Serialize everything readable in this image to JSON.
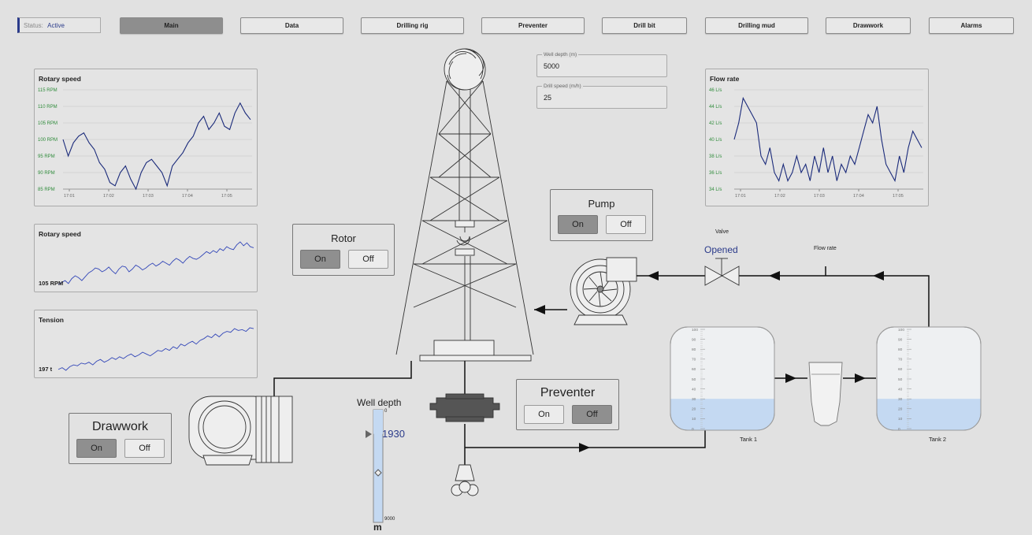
{
  "status": {
    "label": "Status:",
    "value": "Active"
  },
  "nav": [
    "Main",
    "Data",
    "Drilling rig",
    "Preventer",
    "Drill bit",
    "Drilling mud",
    "Drawwork",
    "Alarms"
  ],
  "fields": {
    "well_depth": {
      "label": "Well depth (m)",
      "value": "5000"
    },
    "drill_speed": {
      "label": "Drill speed (m/h)",
      "value": "25"
    }
  },
  "controls": {
    "rotor": {
      "title": "Rotor",
      "on": "On",
      "off": "Off",
      "state": "on"
    },
    "pump": {
      "title": "Pump",
      "on": "On",
      "off": "Off",
      "state": "on"
    },
    "preventer": {
      "title": "Preventer",
      "on": "On",
      "off": "Off",
      "state": "off"
    },
    "drawwork": {
      "title": "Drawwork",
      "on": "On",
      "off": "Off",
      "state": "on"
    }
  },
  "valve": {
    "label": "Valve",
    "state": "Opened"
  },
  "flow_label": "Flow rate",
  "tanks": [
    {
      "name": "Tank 1",
      "fill": 0.3,
      "ticks": [
        "100",
        "90",
        "80",
        "70",
        "60",
        "50",
        "40",
        "30",
        "20",
        "10",
        "0"
      ]
    },
    {
      "name": "Tank 2",
      "fill": 0.3,
      "ticks": [
        "100",
        "90",
        "80",
        "70",
        "60",
        "50",
        "40",
        "30",
        "20",
        "10",
        "0"
      ]
    }
  ],
  "depth_gauge": {
    "title": "Well depth",
    "value": "1930",
    "min": "0",
    "max": "9000",
    "unit": "m",
    "fraction": 0.2144
  },
  "sparklines": [
    {
      "title": "Rotary speed",
      "value": "105 RPM"
    },
    {
      "title": "Tension",
      "value": "197 t"
    }
  ],
  "colors": {
    "line": "#1a2a7a",
    "spark": "#3347b8",
    "tick": "#2e8b3a",
    "tank_fill": "#c4d9f2",
    "accent": "#2a3a8a"
  },
  "chart_data": [
    {
      "type": "line",
      "title": "Rotary speed",
      "x": [
        "17:01",
        "17:02",
        "17:03",
        "17:04",
        "17:05"
      ],
      "ylim": [
        85,
        115
      ],
      "yticks": [
        "115 RPM",
        "110 RPM",
        "105 RPM",
        "100 RPM",
        "95 RPM",
        "90 RPM",
        "85 RPM"
      ],
      "series": [
        {
          "values": [
            100,
            95,
            99,
            101,
            102,
            99,
            97,
            93,
            91,
            87,
            86,
            90,
            92,
            88,
            85,
            90,
            93,
            94,
            92,
            90,
            86,
            92,
            94,
            96,
            99,
            101,
            105,
            107,
            103,
            105,
            108,
            104,
            103,
            108,
            111,
            108,
            106
          ]
        }
      ]
    },
    {
      "type": "line",
      "title": "Flow rate",
      "x": [
        "17:01",
        "17:02",
        "17:03",
        "17:04",
        "17:05"
      ],
      "ylim": [
        34,
        46
      ],
      "yticks": [
        "46 L/s",
        "44 L/s",
        "42 L/s",
        "40 L/s",
        "38 L/s",
        "36 L/s",
        "34 L/s"
      ],
      "series": [
        {
          "values": [
            40,
            42,
            45,
            44,
            43,
            42,
            38,
            37,
            39,
            36,
            35,
            37,
            35,
            36,
            38,
            36,
            37,
            35,
            38,
            36,
            39,
            36,
            38,
            35,
            37,
            36,
            38,
            37,
            39,
            41,
            43,
            42,
            44,
            40,
            37,
            36,
            35,
            38,
            36,
            39,
            41,
            40,
            39
          ]
        }
      ]
    }
  ],
  "spark_data": [
    [
      6,
      8,
      10,
      7,
      12,
      15,
      13,
      10,
      14,
      18,
      20,
      23,
      22,
      19,
      21,
      24,
      20,
      17,
      22,
      25,
      24,
      19,
      22,
      26,
      24,
      21,
      23,
      26,
      28,
      25,
      27,
      30,
      28,
      26,
      30,
      33,
      31,
      28,
      32,
      35,
      33,
      32,
      34,
      37,
      40,
      38,
      41,
      39,
      43,
      41,
      45,
      43,
      42,
      47,
      50,
      46,
      49,
      45,
      44
    ],
    [
      5,
      7,
      4,
      8,
      10,
      9,
      12,
      11,
      13,
      10,
      14,
      16,
      13,
      15,
      18,
      16,
      19,
      17,
      20,
      22,
      19,
      21,
      24,
      22,
      20,
      23,
      26,
      25,
      28,
      26,
      30,
      28,
      33,
      31,
      34,
      36,
      33,
      37,
      39,
      42,
      40,
      44,
      41,
      45,
      47,
      46,
      50,
      48,
      49,
      47,
      51,
      50
    ]
  ]
}
